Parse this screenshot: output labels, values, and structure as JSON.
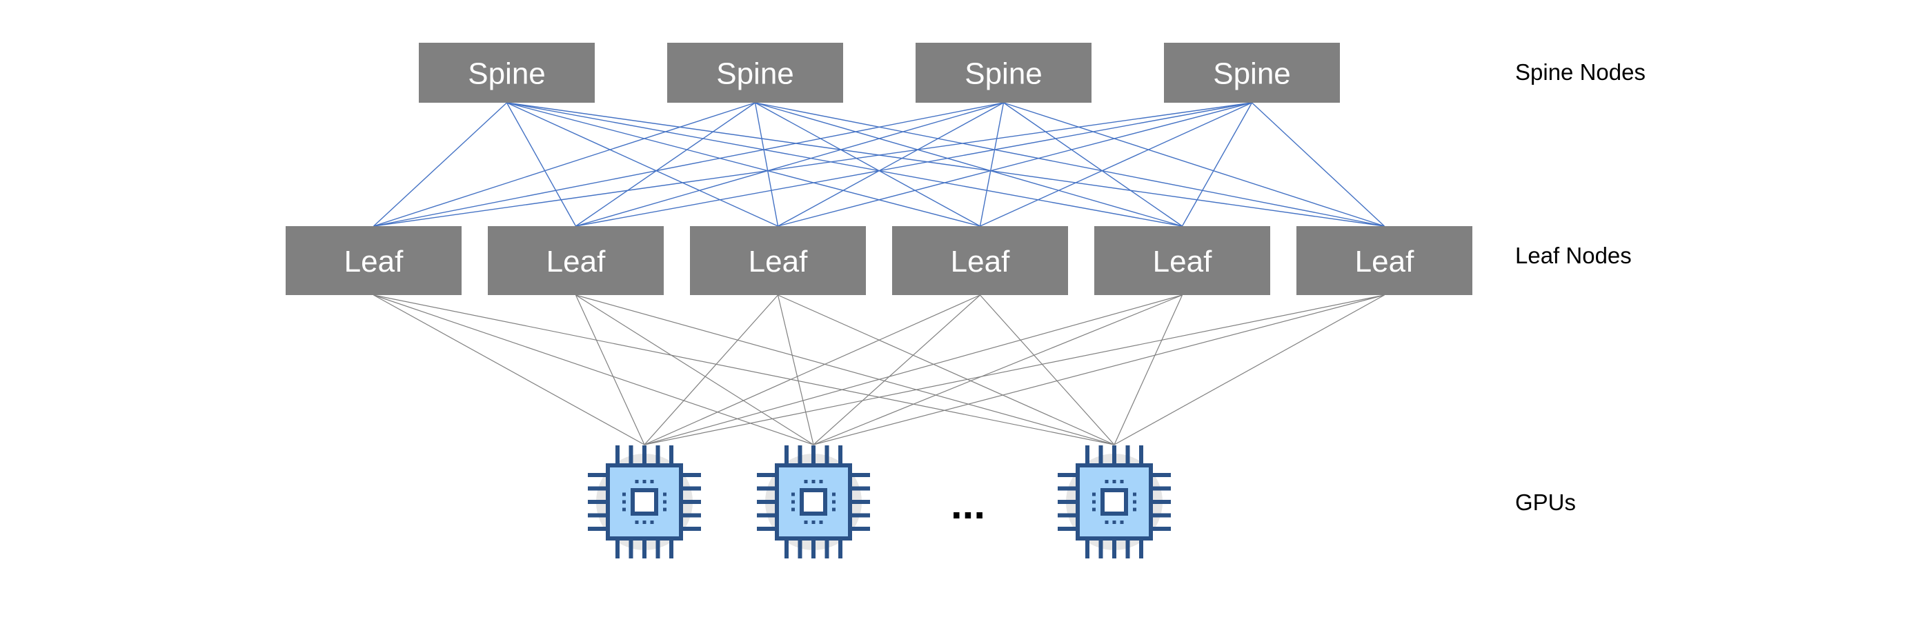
{
  "diagram": {
    "title": "Spine-Leaf network topology connecting GPUs",
    "colors": {
      "node_fill": "#808080",
      "node_text": "#ffffff",
      "spine_leaf_link": "#4472c4",
      "leaf_gpu_link": "#808080",
      "gpu_body": "#a6d4fa",
      "gpu_outline": "#2b5287",
      "gpu_halo": "#e6e6e6"
    },
    "spine_nodes": [
      "Spine",
      "Spine",
      "Spine",
      "Spine"
    ],
    "leaf_nodes": [
      "Leaf",
      "Leaf",
      "Leaf",
      "Leaf",
      "Leaf",
      "Leaf"
    ],
    "gpus": [
      "gpu",
      "gpu",
      "gpu"
    ],
    "gpu_ellipsis": "...",
    "tier_labels": {
      "spine": "Spine Nodes",
      "leaf": "Leaf Nodes",
      "gpu": "GPUs"
    },
    "connectivity": {
      "spine_to_leaf": "full-mesh",
      "leaf_to_gpu": "full-mesh"
    }
  }
}
